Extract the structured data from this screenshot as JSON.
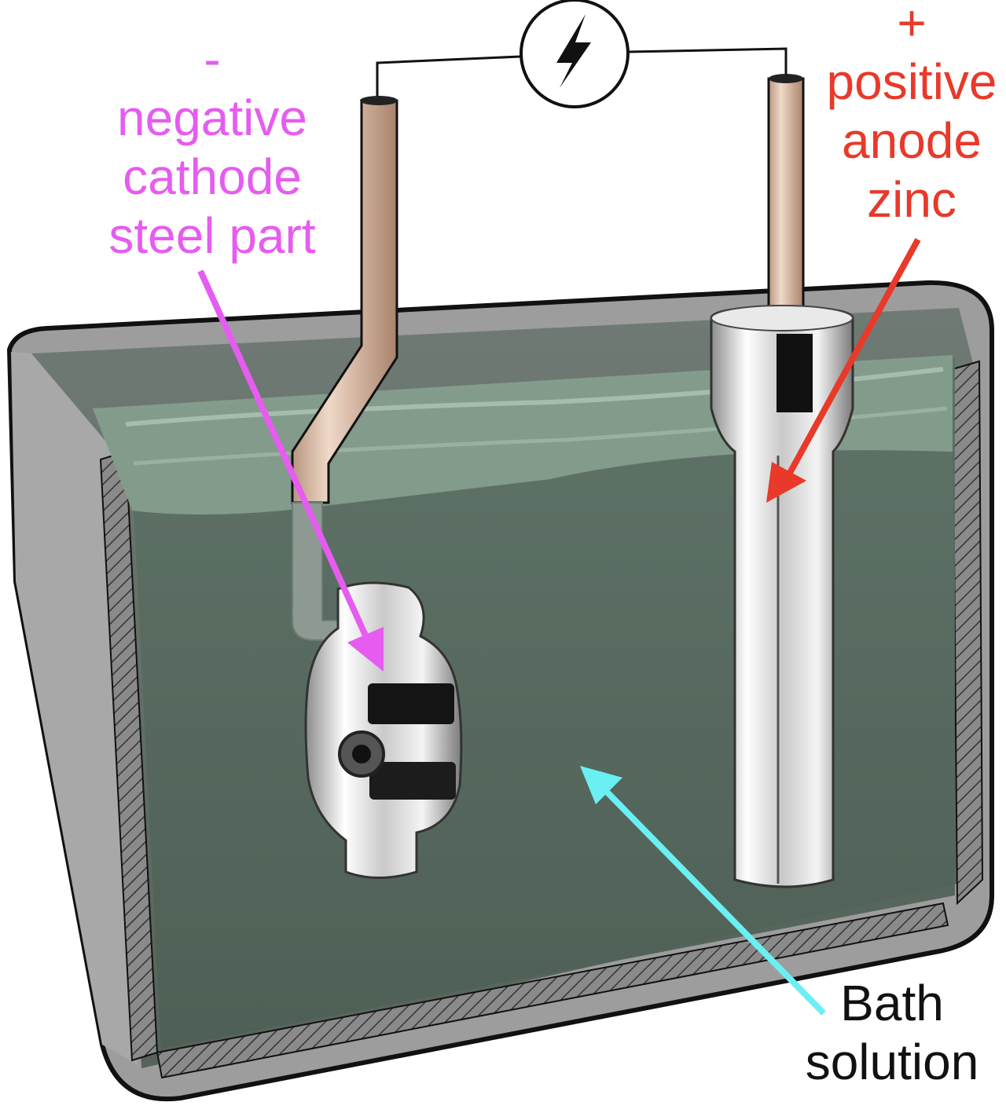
{
  "cathode": {
    "sign": "-",
    "lines": [
      "negative",
      "cathode",
      "steel part"
    ],
    "color": "#E65CF0"
  },
  "anode": {
    "sign": "+",
    "lines": [
      "positive",
      "anode",
      "zinc"
    ],
    "color": "#E8392A"
  },
  "bath": {
    "lines": [
      "Bath",
      "solution"
    ],
    "text_color": "#111111",
    "arrow_color": "#6AF0F2"
  },
  "power_source": {
    "icon": "lightning-bolt-icon"
  },
  "colors": {
    "tank_wall": "#8f8f8f",
    "tank_outline": "#111111",
    "solution": "#5a6c62",
    "foam": "#8ea596",
    "rod_copper": "#d9b9a3",
    "metal": "#e6e6e6"
  }
}
